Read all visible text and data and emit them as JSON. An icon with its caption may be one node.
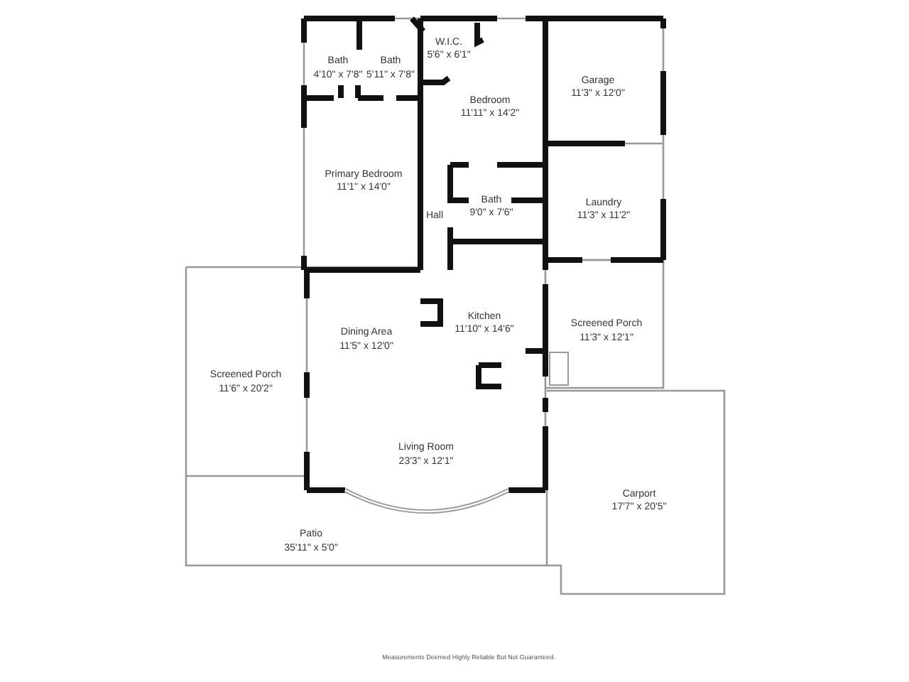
{
  "diagram": {
    "labels": [
      "W.I.C.",
      "5'6\" x 6'1\"",
      "Bath",
      "4'10\" x 7'8\"",
      "Bath",
      "5'11\" x 7'8\"",
      "Garage",
      "11'3\" x 12'0\"",
      "Bedroom",
      "11'11\" x 14'2\"",
      "Primary Bedroom",
      "11'1\" x 14'0\"",
      "Bath",
      "9'0\" x 7'6\"",
      "Laundry",
      "11'3\" x 11'2\"",
      "Hall",
      "Kitchen",
      "11'10\" x 14'6\"",
      "Dining Area",
      "11'5\" x 12'0\"",
      "Screened Porch",
      "11'3\" x 12'1\"",
      "Screened Porch",
      "11'6\" x 20'2\"",
      "Living Room",
      "23'3\" x 12'1\"",
      "Carport",
      "17'7\" x 20'5\"",
      "Patio",
      "35'11\" x 5'0\"",
      "Measurements Deemed Highly Reliable But Not Guaranteed."
    ]
  }
}
